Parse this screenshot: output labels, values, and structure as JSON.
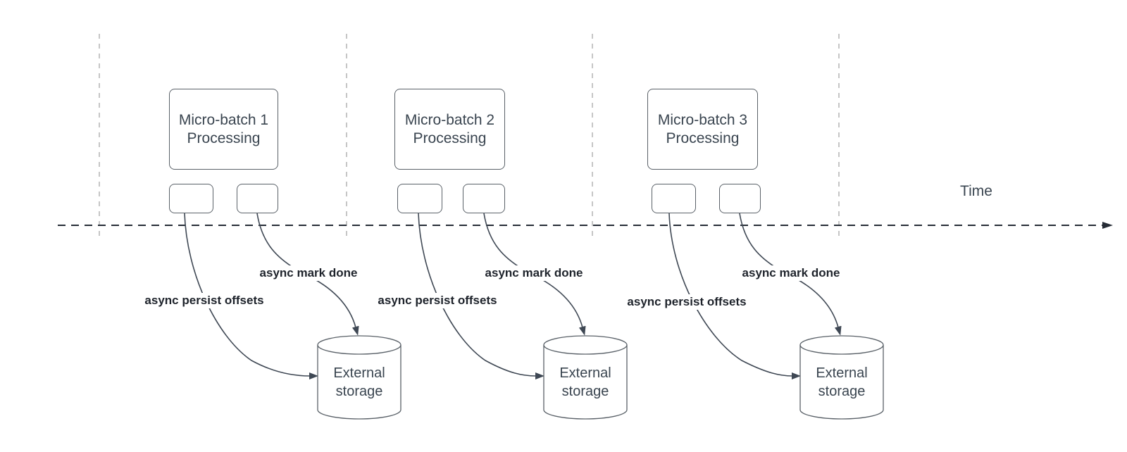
{
  "timeline": {
    "label": "Time"
  },
  "groups": [
    {
      "box_line1": "Micro-batch 1",
      "box_line2": "Processing",
      "persist_label": "async persist offsets",
      "done_label": "async mark done",
      "storage_line1": "External",
      "storage_line2": "storage"
    },
    {
      "box_line1": "Micro-batch 2",
      "box_line2": "Processing",
      "persist_label": "async persist offsets",
      "done_label": "async mark done",
      "storage_line1": "External",
      "storage_line2": "storage"
    },
    {
      "box_line1": "Micro-batch 3",
      "box_line2": "Processing",
      "persist_label": "async persist offsets",
      "done_label": "async mark done",
      "storage_line1": "External",
      "storage_line2": "storage"
    }
  ],
  "colors": {
    "background": "#ffffff",
    "guide_line": "#b4b4b4",
    "timeline": "#262c36",
    "shape_stroke": "#5a6168",
    "shape_fill": "#ffffff",
    "text": "#3a4550",
    "label_text": "#1e232b",
    "curve": "#3f4854"
  }
}
